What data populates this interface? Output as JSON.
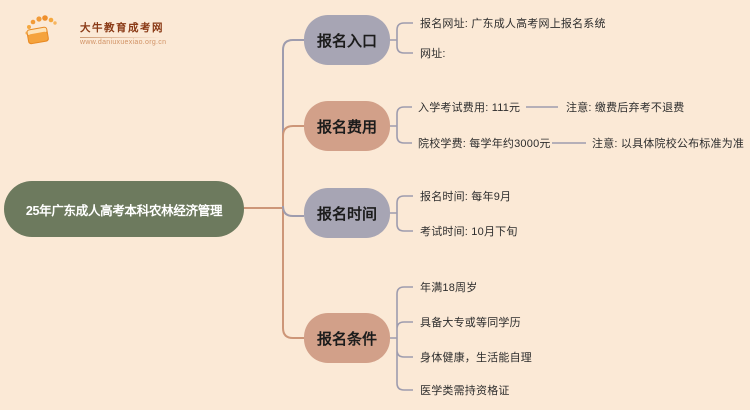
{
  "logo": {
    "title": "大牛教育成考网",
    "url": "www.daniuxuexiao.org.cn"
  },
  "root": {
    "label": "25年广东成人高考本科农林经济管理",
    "color": "#6d7a5e"
  },
  "colors": {
    "background": "#fbe9d6",
    "root_green": "#6d7a5e",
    "node_lavender": "#a7a5b4",
    "node_salmon": "#d2a089",
    "connector_gray": "#9e9cae",
    "connector_salmon": "#cd9678",
    "logo_orange": "#f29b38",
    "logo_title_brown": "#8a3a16"
  },
  "branches": [
    {
      "label": "报名入口",
      "color": "#a7a5b4",
      "items": [
        {
          "text": "报名网址: 广东成人高考网上报名系统"
        },
        {
          "text": "网址:"
        }
      ]
    },
    {
      "label": "报名费用",
      "color": "#d2a089",
      "items": [
        {
          "text": "入学考试费用: 111元",
          "note": "注意: 缴费后弃考不退费"
        },
        {
          "text": "院校学费: 每学年约3000元",
          "note": "注意: 以具体院校公布标准为准"
        }
      ]
    },
    {
      "label": "报名时间",
      "color": "#a7a5b4",
      "items": [
        {
          "text": "报名时间: 每年9月"
        },
        {
          "text": "考试时间: 10月下旬"
        }
      ]
    },
    {
      "label": "报名条件",
      "color": "#d2a089",
      "items": [
        {
          "text": "年满18周岁"
        },
        {
          "text": "具备大专或等同学历"
        },
        {
          "text": "身体健康，生活能自理"
        },
        {
          "text": "医学类需持资格证"
        }
      ]
    }
  ]
}
